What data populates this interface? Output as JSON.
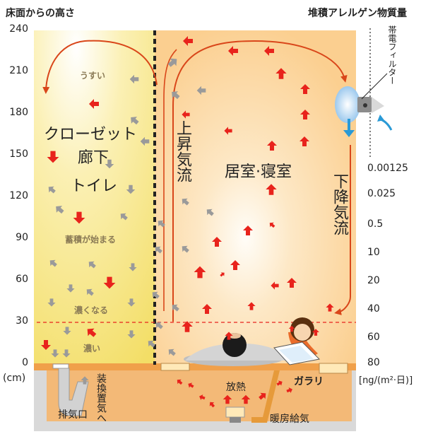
{
  "titles": {
    "left": "床面からの高さ",
    "right": "堆積アレルゲン物質量"
  },
  "left_axis": {
    "ticks": [
      "240",
      "210",
      "180",
      "150",
      "120",
      "90",
      "60",
      "30",
      "0"
    ],
    "unit": "(cm)"
  },
  "right_axis": {
    "ticks": [
      "0.00125",
      "0.025",
      "0.5",
      "10",
      "20",
      "40",
      "60",
      "80"
    ],
    "unit": "[ng/(m²·日)]"
  },
  "filter_label": "帯電フィルター",
  "closet_labels": {
    "main1": "クローゼット",
    "main2": "廊下",
    "main3": "トイレ",
    "thin": "うすい",
    "start": "蓄積が始まる",
    "denser": "濃くなる",
    "dense": "濃い"
  },
  "flow_labels": {
    "up": "上昇気流",
    "down": "下降気流",
    "room": "居室·寝室"
  },
  "floor_labels": {
    "exhaust_port": "排気口",
    "ventilation": "装換置気へ",
    "heat": "放熱",
    "gallery": "ガラリ",
    "heating_supply": "暖房給気"
  },
  "colors": {
    "closet_fill": "#f6e27a",
    "room_fill": "#fbcf8f",
    "underfloor_fill": "#f3b977",
    "red_arrow": "#e8231c",
    "gray_arrow": "#9a9a9a",
    "flow_curve": "#d9461a"
  }
}
